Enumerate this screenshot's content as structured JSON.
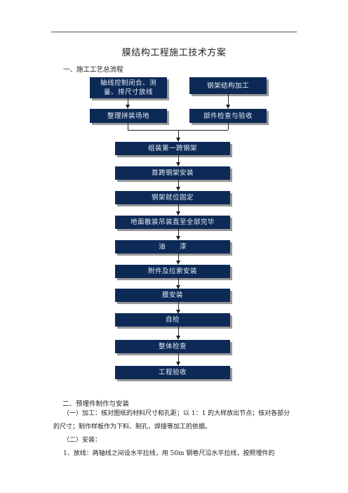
{
  "doc": {
    "title": "膜结构工程施工技术方案",
    "section1": "一、施工工艺总流程",
    "section2": "二、预埋件制作与安装",
    "para_processing": "（一）加工：核对图纸的材料尺寸和孔距；以 1：1 的大样放出节点；核对各部分的尺寸；制作样板作为下料、制孔、焊接等加工的依据。",
    "para_install_heading": "（二）安装：",
    "para_setout": "1、放线：两轴线之间设水平拉线，用 50m 钢卷尺沿水平拉线，按照埋件的"
  },
  "flow": {
    "left_top": "轴线控制闭合、测量、排尺寸放线",
    "right_top": "钢架结构加工",
    "left_second": "整理拼装场地",
    "right_second": "部件检查与验收",
    "steps": [
      "组装第一跨钢架",
      "首跨钢架安装",
      "钢架就位固定",
      "地面散装吊装直至全部完毕",
      "油　　漆",
      "附件及拉索安装",
      "膜安装",
      "自检",
      "整体检查",
      "工程验收"
    ]
  }
}
